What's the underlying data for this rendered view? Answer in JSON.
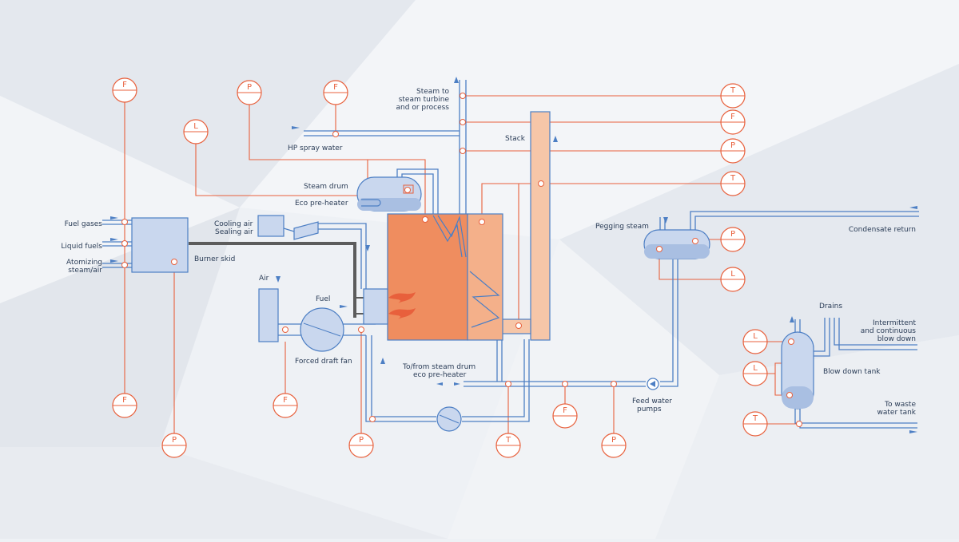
{
  "colors": {
    "background": "#eef1f5",
    "pipe_blue": "#4d7fc4",
    "vessel_fill": "#c9d7ee",
    "instrument_orange": "#e8603c",
    "boiler_fill": "#ef8d5f",
    "stack_fill": "#f6c6a8",
    "flue_gas": "#5c5c5c",
    "text": "#2b3d57"
  },
  "labels": {
    "steam_to_turbine_1": "Steam to",
    "steam_to_turbine_2": "steam turbine",
    "steam_to_turbine_3": "and or process",
    "hp_spray_water": "HP spray water",
    "stack": "Stack",
    "steam_drum": "Steam drum",
    "eco_preheater": "Eco pre-heater",
    "cooling_air": "Cooling air",
    "sealing_air": "Sealing air",
    "fuel_gases": "Fuel gases",
    "liquid_fuels": "Liquid fuels",
    "atomizing_1": "Atomizing",
    "atomizing_2": "steam/air",
    "burner_skid": "Burner skid",
    "air": "Air",
    "fuel": "Fuel",
    "forced_draft_fan": "Forced draft fan",
    "to_from_steam_drum": "To/from steam drum",
    "eco_preheater_2": "eco pre-heater",
    "pegging_steam": "Pegging steam",
    "condensate_return": "Condensate return",
    "feed_water_1": "Feed water",
    "feed_water_2": "pumps",
    "drains": "Drains",
    "intermittent_1": "Intermittent",
    "intermittent_2": "and continuous",
    "intermittent_3": "blow down",
    "blow_down_tank": "Blow down tank",
    "to_waste_1": "To waste",
    "to_waste_2": "water tank"
  },
  "instruments": {
    "flow_top_left": "F",
    "pressure_top": "P",
    "flow_spray": "F",
    "level_drum": "L",
    "temp_steam": "T",
    "flow_steam": "F",
    "pressure_steam": "P",
    "temp_stack": "T",
    "pressure_pegging": "P",
    "level_pegging": "L",
    "flow_bottom_left": "F",
    "pressure_burner": "P",
    "flow_fan": "F",
    "pressure_pump_suction": "P",
    "temp_feed": "T",
    "flow_feed": "F",
    "pressure_feed": "P",
    "level_blowdown_1": "L",
    "level_blowdown_2": "L",
    "temp_blowdown": "T"
  }
}
